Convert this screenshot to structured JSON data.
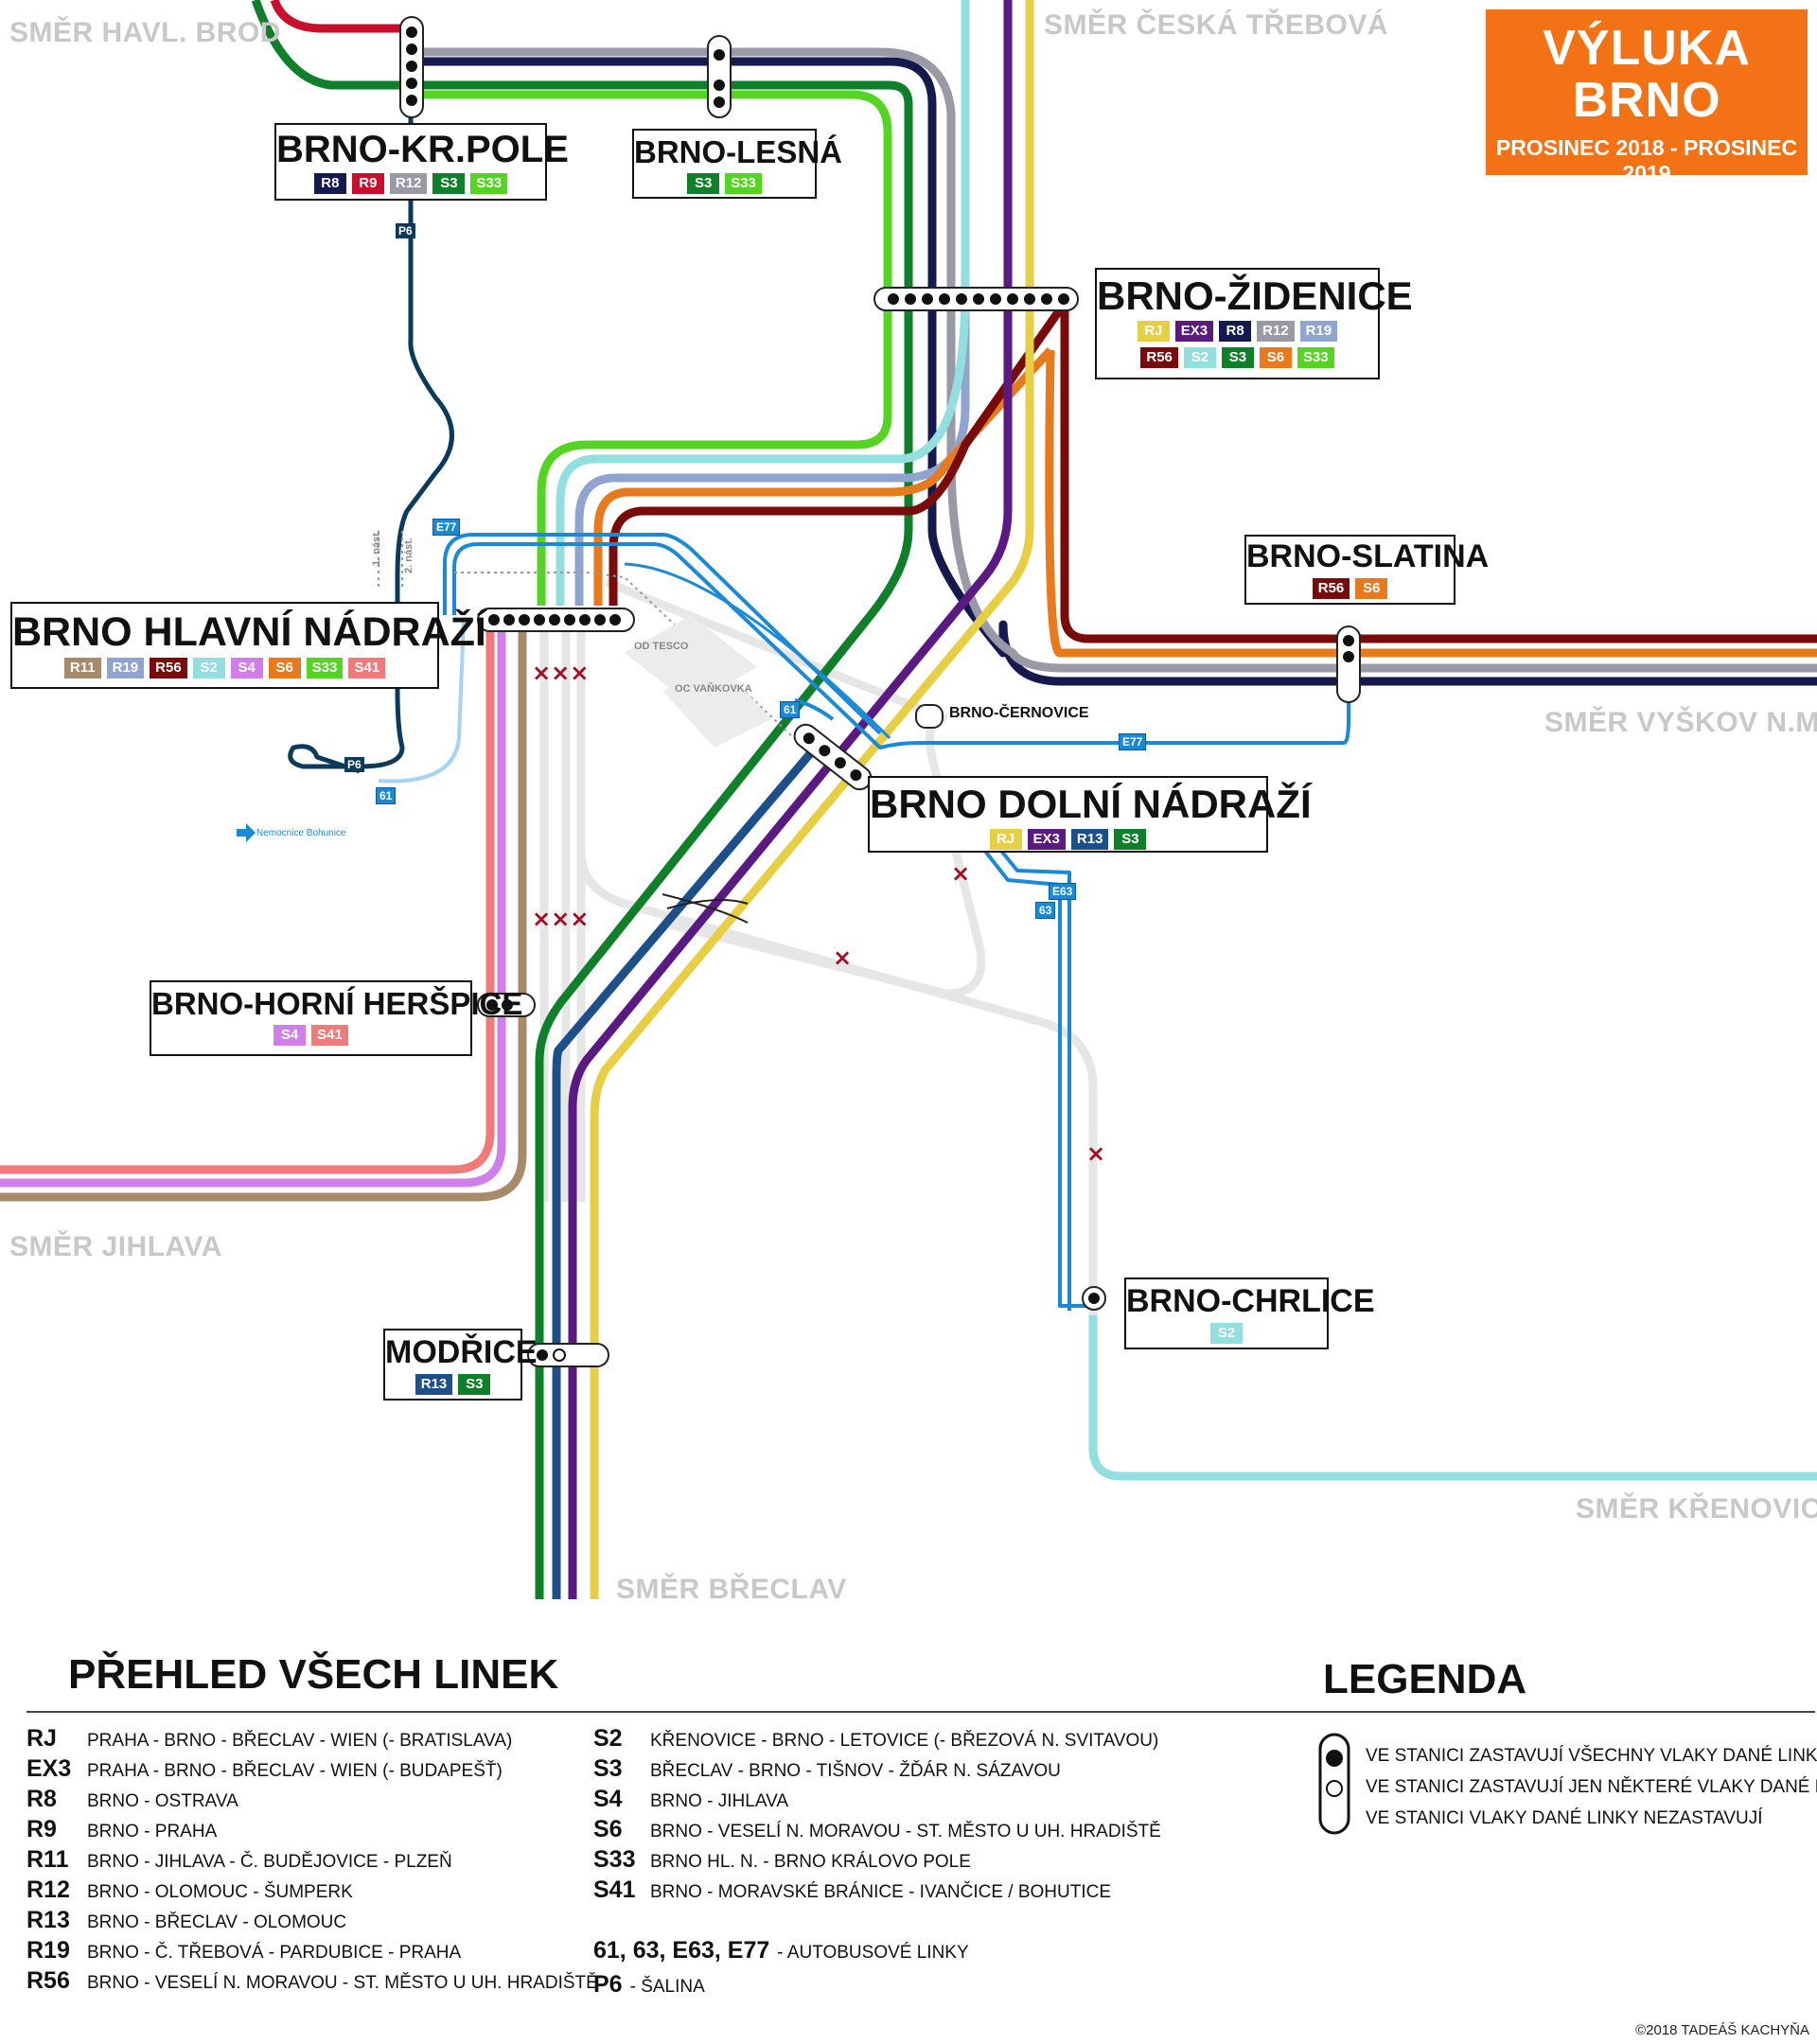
{
  "title": {
    "main": "VÝLUKA BRNO",
    "period": "PROSINEC 2018 - PROSINEC 2019",
    "subtitle": "SCHÉMA VLAKOVÝCH LINEK"
  },
  "line_colors": {
    "RJ": "#e6cf45",
    "EX3": "#5a1a82",
    "R8": "#141a4d",
    "R9": "#c8102e",
    "R11": "#a68a6a",
    "R12": "#9a9aa6",
    "R13": "#1d4f8a",
    "R19": "#8fa5d0",
    "R56": "#7a0b0b",
    "S2": "#93dede",
    "S3": "#0f7f2a",
    "S4": "#d07ee8",
    "S6": "#e87a1e",
    "S33": "#55d424",
    "S41": "#f07a7a",
    "bus": "#1a8ad6",
    "tram": "#0c3a5a",
    "closed": "#e4e4e4"
  },
  "directions": {
    "havl_brod": "SMĚR HAVL. BROD",
    "ceska_trebova": "SMĚR ČESKÁ TŘEBOVÁ",
    "vyskov": "SMĚR VYŠKOV N.M.",
    "jihlava": "SMĚR JIHLAVA",
    "krenovice": "SMĚR KŘENOVICE",
    "breclav": "SMĚR BŘECLAV"
  },
  "stations": {
    "kr_pole": {
      "name": "BRNO-KR.POLE",
      "lines": [
        "R8",
        "R9",
        "R12",
        "S3",
        "S33"
      ]
    },
    "lesna": {
      "name": "BRNO-LESNÁ",
      "lines": [
        "S3",
        "S33"
      ]
    },
    "zidenice": {
      "name": "BRNO-ŽIDENICE",
      "lines": [
        "RJ",
        "EX3",
        "R8",
        "R12",
        "R19",
        "R56",
        "S2",
        "S3",
        "S6",
        "S33"
      ]
    },
    "slatina": {
      "name": "BRNO-SLATINA",
      "lines": [
        "R56",
        "S6"
      ]
    },
    "hl_n": {
      "name": "BRNO HLAVNÍ NÁDRAŽÍ",
      "lines": [
        "R11",
        "R19",
        "R56",
        "S2",
        "S4",
        "S6",
        "S33",
        "S41"
      ]
    },
    "dolni": {
      "name": "BRNO DOLNÍ NÁDRAŽÍ",
      "lines": [
        "RJ",
        "EX3",
        "R13",
        "S3"
      ]
    },
    "cernovice": {
      "name": "BRNO-ČERNOVICE"
    },
    "herspice": {
      "name": "BRNO-HORNÍ HERŠPICE",
      "lines": [
        "S4",
        "S41"
      ]
    },
    "chrlice": {
      "name": "BRNO-CHRLICE",
      "lines": [
        "S2"
      ]
    },
    "modrice": {
      "name": "MODŘICE",
      "lines": [
        "R13",
        "S3"
      ]
    }
  },
  "map_labels": {
    "bus_e77": "E77",
    "bus_61": "61",
    "bus_e63": "E63",
    "bus_63": "63",
    "tram_p6": "P6",
    "nast1": "1. nást.",
    "nast2": "2. nást.",
    "tesco": "OD TESCO",
    "vankovka": "OC VAŇKOVKA",
    "bohunice": "Nemocnice Bohunice"
  },
  "overview": {
    "heading": "PŘEHLED VŠECH LINEK",
    "col1": [
      {
        "code": "RJ",
        "desc": "PRAHA - BRNO - BŘECLAV - WIEN (- BRATISLAVA)"
      },
      {
        "code": "EX3",
        "desc": "PRAHA - BRNO - BŘECLAV - WIEN (- BUDAPEŠŤ)"
      },
      {
        "code": "R8",
        "desc": "BRNO - OSTRAVA"
      },
      {
        "code": "R9",
        "desc": "BRNO - PRAHA"
      },
      {
        "code": "R11",
        "desc": "BRNO - JIHLAVA - Č. BUDĚJOVICE - PLZEŇ"
      },
      {
        "code": "R12",
        "desc": "BRNO - OLOMOUC - ŠUMPERK"
      },
      {
        "code": "R13",
        "desc": "BRNO - BŘECLAV - OLOMOUC"
      },
      {
        "code": "R19",
        "desc": "BRNO - Č. TŘEBOVÁ - PARDUBICE - PRAHA"
      },
      {
        "code": "R56",
        "desc": "BRNO - VESELÍ N. MORAVOU - ST. MĚSTO U UH. HRADIŠTĚ"
      }
    ],
    "col2": [
      {
        "code": "S2",
        "desc": "KŘENOVICE - BRNO - LETOVICE (- BŘEZOVÁ N. SVITAVOU)"
      },
      {
        "code": "S3",
        "desc": "BŘECLAV - BRNO - TIŠNOV - ŽĎÁR N. SÁZAVOU"
      },
      {
        "code": "S4",
        "desc": "BRNO - JIHLAVA"
      },
      {
        "code": "S6",
        "desc": "BRNO - VESELÍ N. MORAVOU - ST. MĚSTO U UH. HRADIŠTĚ"
      },
      {
        "code": "S33",
        "desc": "BRNO HL. N. - BRNO KRÁLOVO POLE"
      },
      {
        "code": "S41",
        "desc": "BRNO - MORAVSKÉ BRÁNICE - IVANČICE / BOHUTICE"
      }
    ],
    "bus": {
      "code": "61, 63, E63, E77",
      "desc": "- AUTOBUSOVÉ LINKY"
    },
    "tram": {
      "code": "P6",
      "desc": "- ŠALINA"
    }
  },
  "legend": {
    "heading": "LEGENDA",
    "items": [
      "VE STANICI ZASTAVUJÍ VŠECHNY VLAKY DANÉ LINKY",
      "VE STANICI ZASTAVUJÍ JEN NĚKTERÉ VLAKY DANÉ LINKY",
      "VE STANICI VLAKY DANÉ LINKY NEZASTAVUJÍ"
    ]
  },
  "copyright": "©2018 TADEÁŠ KACHYŇA"
}
